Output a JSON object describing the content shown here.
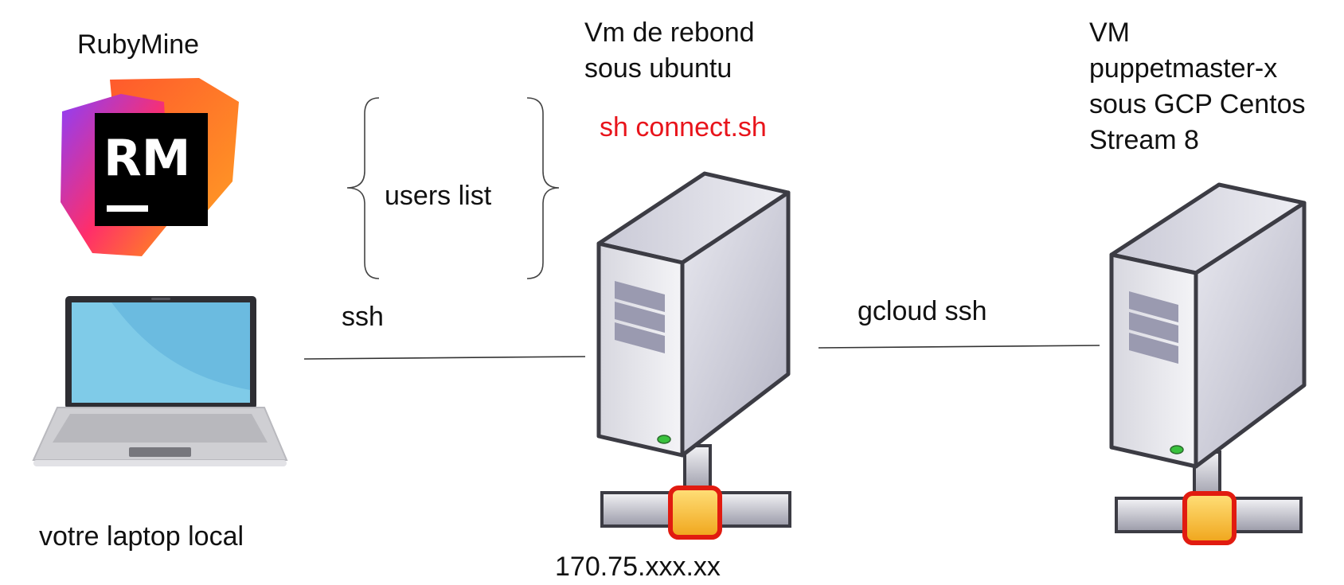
{
  "nodes": {
    "client": {
      "app_label": "RubyMine",
      "app_logo_text": "RM",
      "device_label": "votre laptop local"
    },
    "bastion": {
      "title_lines": [
        "Vm de rebond",
        "sous ubuntu"
      ],
      "command": "sh connect.sh",
      "ip": "170.75.xxx.xx"
    },
    "target": {
      "title_lines": [
        "VM",
        "puppetmaster-x",
        "sous GCP Centos",
        "Stream 8"
      ]
    }
  },
  "annotations": {
    "users": "users list"
  },
  "edges": [
    {
      "from": "client",
      "to": "bastion",
      "label": "ssh"
    },
    {
      "from": "bastion",
      "to": "target",
      "label": "gcloud ssh"
    }
  ],
  "colors": {
    "command_text": "#e8141b",
    "screen": "#7fcbe8",
    "server_body": "#e8e8ee",
    "server_outline": "#3c3c44",
    "network_node": "#f2b31c",
    "network_node_border": "#e11b10",
    "led": "#39c13d"
  }
}
